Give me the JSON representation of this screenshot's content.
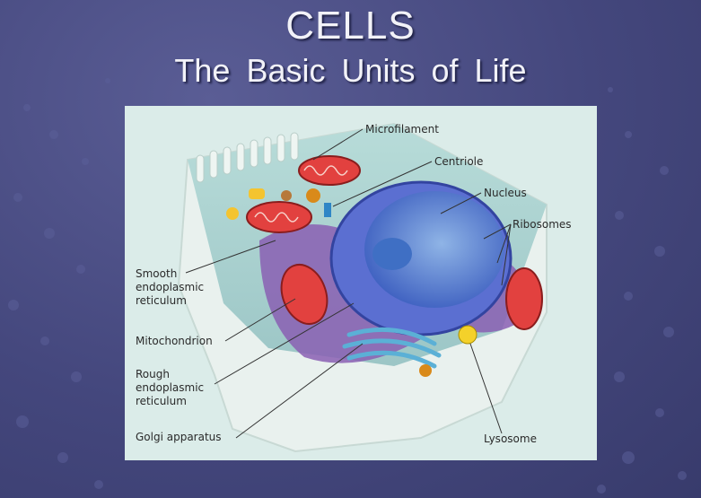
{
  "slide": {
    "title": "CELLS",
    "subtitle": "The Basic Units of Life"
  },
  "diagram": {
    "labels": {
      "microfilament": "Microfilament",
      "centriole": "Centriole",
      "nucleus": "Nucleus",
      "ribosomes": "Ribosomes",
      "smooth_er": [
        "Smooth",
        "endoplasmic",
        "reticulum"
      ],
      "mitochondrion": "Mitochondrion",
      "rough_er": [
        "Rough",
        "endoplasmic",
        "reticulum"
      ],
      "golgi": "Golgi apparatus",
      "lysosome": "Lysosome"
    }
  }
}
